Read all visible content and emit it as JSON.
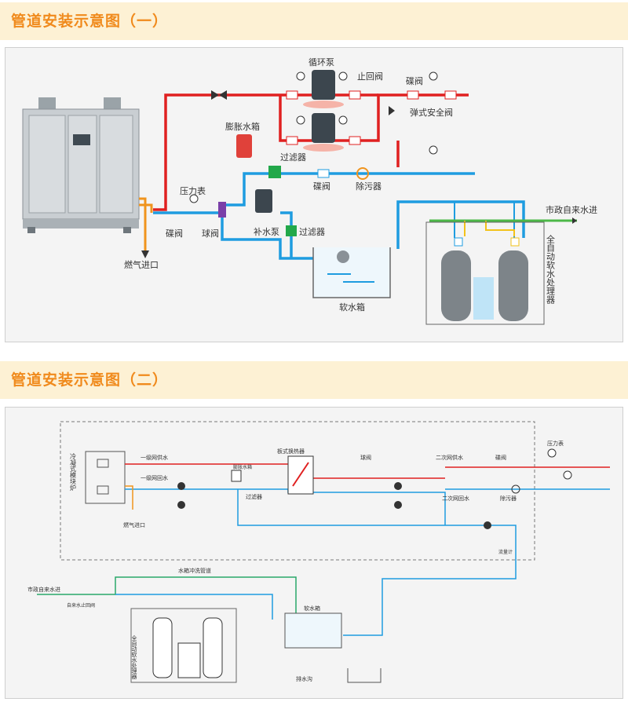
{
  "section1": {
    "title": "管道安装示意图（一）",
    "labels": {
      "circ_pump": "循环泵",
      "check_valve": "止回阀",
      "butterfly_top": "碟阀",
      "safety_valve": "弹式安全阀",
      "expansion_tank": "膨胀水箱",
      "filter_mid": "过滤器",
      "pressure_gauge": "压力表",
      "butterfly_mid": "碟阀",
      "decontam": "除污器",
      "butterfly_left": "碟阀",
      "ball_valve": "球阀",
      "makeup_pump": "补水泵",
      "filter_low": "过滤器",
      "gas_inlet": "燃气进口",
      "soft_tank": "软水箱",
      "city_water": "市政自来水进",
      "softener": "全自动软水处理器"
    }
  },
  "section2": {
    "title": "管道安装示意图（二）",
    "labels": {
      "boiler": "冷凝式模块炉",
      "primary_supply": "一级网供水",
      "primary_return": "一级网回水",
      "expansion": "膨胀水箱",
      "filter": "过滤器",
      "plate_hx": "板式换热器",
      "ball_valve": "球阀",
      "secondary_supply": "二次网供水",
      "butterfly": "碟阀",
      "pressure_gauge": "压力表",
      "secondary_return": "二次网回水",
      "decontam": "除污器",
      "flowmeter": "流量计",
      "gas_inlet": "燃气进口",
      "tank_flush": "水箱冲洗管道",
      "city_water": "市政自来水进",
      "backflow": "自来水止回阀",
      "softener": "全自动软水处理器",
      "soft_tank": "软水箱",
      "drain": "排水沟"
    }
  }
}
